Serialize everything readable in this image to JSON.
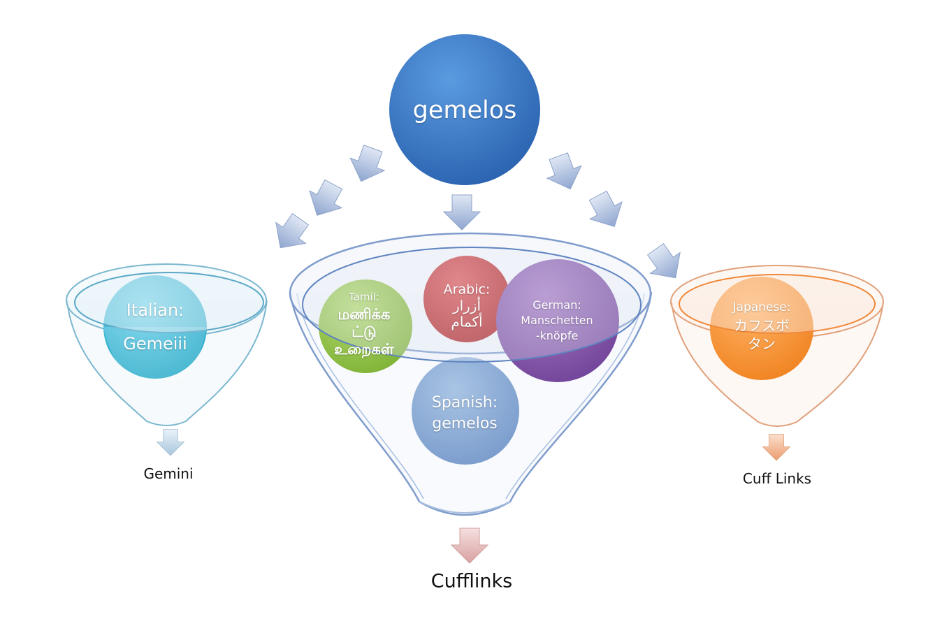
{
  "center": {
    "label": "gemelos"
  },
  "funnels": {
    "left": {
      "output": "Gemini"
    },
    "middle": {
      "output": "Cufflinks"
    },
    "right": {
      "output": "Cuff Links"
    }
  },
  "circles": {
    "italian": {
      "line1": "Italian:",
      "line2": "Gemeiii"
    },
    "tamil": {
      "line1": "Tamil:",
      "line2": "மணிக்க",
      "line3": "ட்டு",
      "line4": "உறைகள்"
    },
    "arabic": {
      "line1": "Arabic:",
      "line2": "أزرار",
      "line3": "أكمام"
    },
    "german": {
      "line1": "German:",
      "line2": "Manschetten",
      "line3": "-knöpfe"
    },
    "spanish": {
      "line1": "Spanish:",
      "line2": "gemelos"
    },
    "japanese": {
      "line1": "Japanese:",
      "line2": "カフスボ",
      "line3": "タン"
    }
  },
  "colors": {
    "center": "#3a76c4",
    "italian": "#35b7d6",
    "tamil": "#94c548",
    "arabic": "#c93a3a",
    "german": "#8a5aa8",
    "spanish": "#8eaed4",
    "japanese": "#f6973a",
    "arrow_blue": "#a7b9da",
    "arrow_pink": "#e6b8b8",
    "arrow_peach": "#f1b48f",
    "arrow_light": "#c7dbe9"
  }
}
